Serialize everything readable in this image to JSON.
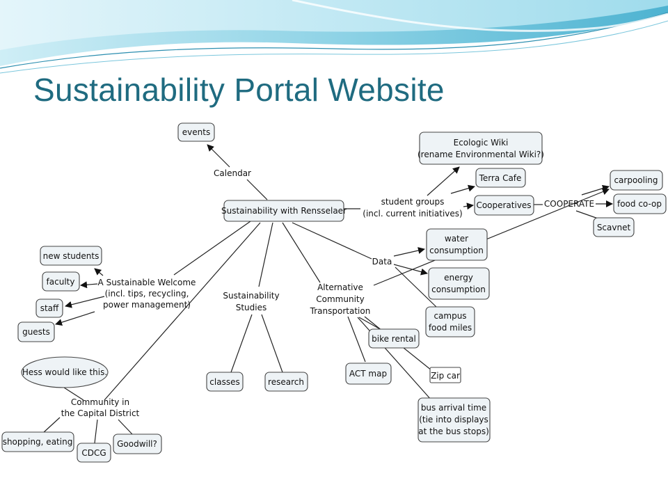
{
  "title": "Sustainability Portal Website",
  "colors": {
    "title": "#1f6b80",
    "banner_light": "#d6f0f7",
    "banner_mid": "#7ec8de",
    "banner_dark": "#1f6b80",
    "node_fill": "#eef3f6",
    "node_stroke": "#444444"
  },
  "nodes": {
    "events": "events",
    "calendar": "Calendar",
    "center": "Sustainability with Rensselaer",
    "ecologic": [
      "Ecologic Wiki",
      "(rename Environmental Wiki?)"
    ],
    "terra": "Terra Cafe",
    "studentGroups": [
      "student groups",
      "(incl. current initiatives)"
    ],
    "coops": "Cooperatives",
    "cooperate": "COOPERATE",
    "carpool": "carpooling",
    "foodcoop": "food co-op",
    "scavnet": "Scavnet",
    "water": [
      "water",
      "consumption"
    ],
    "energy": [
      "energy",
      "consumption"
    ],
    "data": "Data",
    "campus": [
      "campus",
      "food miles"
    ],
    "newStudents": "new students",
    "faculty": "faculty",
    "staff": "staff",
    "guests": "guests",
    "welcome": [
      "A Sustainable Welcome",
      "(incl. tips, recycling,",
      "power management)"
    ],
    "studies": [
      "Sustainability",
      "Studies"
    ],
    "transport": [
      "Alternative",
      "Community",
      "Transportation"
    ],
    "bike": "bike rental",
    "act": "ACT map",
    "zipcar": "Zip car",
    "bus": [
      "bus arrival time",
      "(tie into displays",
      "at the bus stops)"
    ],
    "classes": "classes",
    "research": "research",
    "hess": "Hess would like this.",
    "community": [
      "Community in",
      "the Capital District"
    ],
    "shopping": "shopping, eating",
    "cdcg": "CDCG",
    "goodwill": "Goodwill?"
  }
}
